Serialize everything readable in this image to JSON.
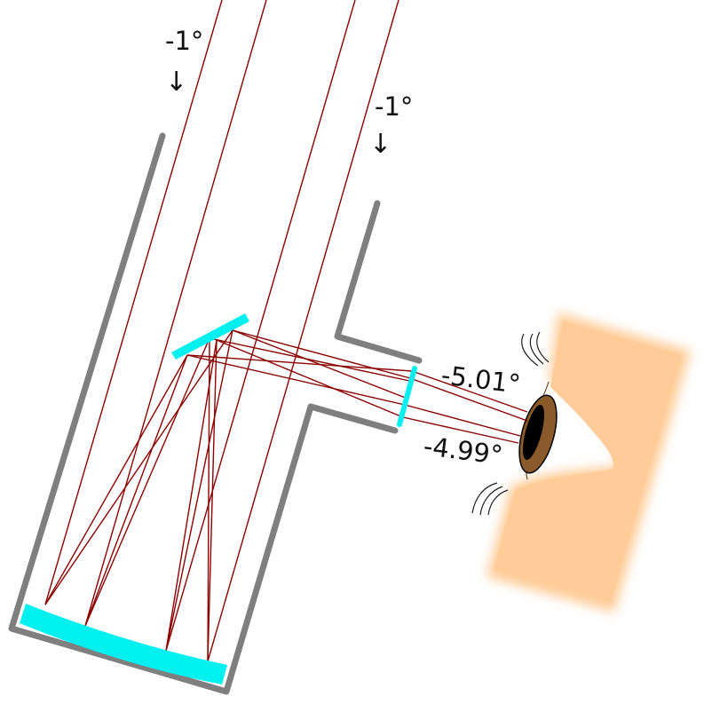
{
  "diagram": {
    "incoming_angle_left": "-1°",
    "incoming_angle_right": "-1°",
    "direction_arrow": "↓",
    "exit_angle_top": "-5.01°",
    "exit_angle_bottom": "-4.99°"
  },
  "colors": {
    "tube": "#7f7f7f",
    "mirror": "#00f0f0",
    "ray": "#8b0000",
    "skin": "#ffcc99",
    "iris": "#8b5a2b",
    "pupil": "#000000"
  }
}
